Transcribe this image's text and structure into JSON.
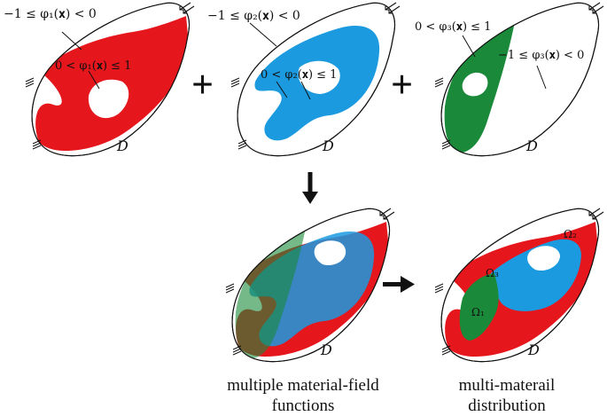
{
  "colors": {
    "red": "#e5161c",
    "blue": "#1b9ae0",
    "green": "#1a8a3a",
    "hole": "#ffffff",
    "outline": "#111111"
  },
  "icons": [
    "plus-operator-icon",
    "arrow-down-icon",
    "arrow-right-icon",
    "load-arrow-icon",
    "fixed-support-hatch-icon"
  ],
  "panel1": {
    "outer_label": "−1 ≤ φ₁(𝐱) < 0",
    "inner_label": "0 < φ₁(𝐱) ≤ 1",
    "domain_label": "D"
  },
  "panel2": {
    "outer_label": "−1 ≤ φ₂(𝐱) < 0",
    "inner_label": "0 < φ₂(𝐱) ≤ 1",
    "domain_label": "D"
  },
  "panel3": {
    "outer_label": "−1 ≤ φ₃(𝐱) < 0",
    "inner_label": "0 < φ₃(𝐱) ≤ 1",
    "domain_label": "D"
  },
  "operators": {
    "plus1": "+",
    "plus2": "+"
  },
  "combined": {
    "domain_label": "D",
    "caption_line1": "multiple material-field",
    "caption_line2": "functions"
  },
  "result": {
    "domain_label": "D",
    "omega1": "Ω₁",
    "omega2": "Ω₂",
    "omega3": "Ω₃",
    "caption_line1": "multi-materail",
    "caption_line2": "distribution"
  }
}
